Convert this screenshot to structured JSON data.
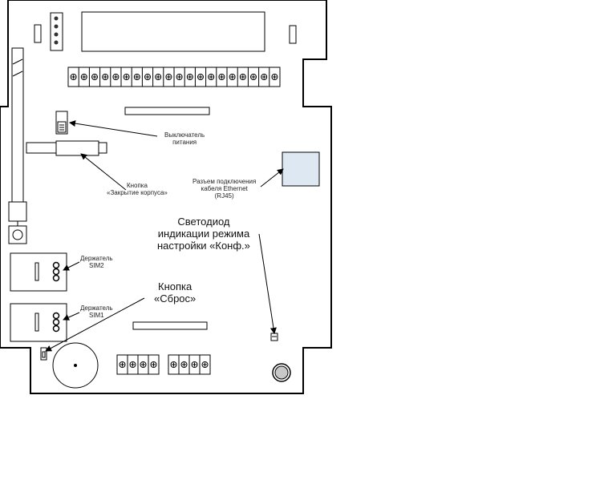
{
  "labels": {
    "power_switch": [
      "Выключатель",
      "питания"
    ],
    "case_button": [
      "Кнопка",
      "«Закрытие корпуса»"
    ],
    "ethernet": [
      "Разъем подключения",
      "кабеля Ethernet",
      "(RJ45)"
    ],
    "config_led": [
      "Светодиод",
      "индикации  режима",
      "настройки «Конф.»"
    ],
    "sim2": [
      "Держатель",
      "SIM2"
    ],
    "reset_button": [
      "Кнопка",
      "«Сброс»"
    ],
    "sim1": [
      "Держатель",
      "SIM1"
    ]
  },
  "colors": {
    "line": "#000000",
    "component_fill": "#ffffff",
    "rj45_fill": "#dde8f3",
    "led_button_fill": "#c8c8c8"
  }
}
